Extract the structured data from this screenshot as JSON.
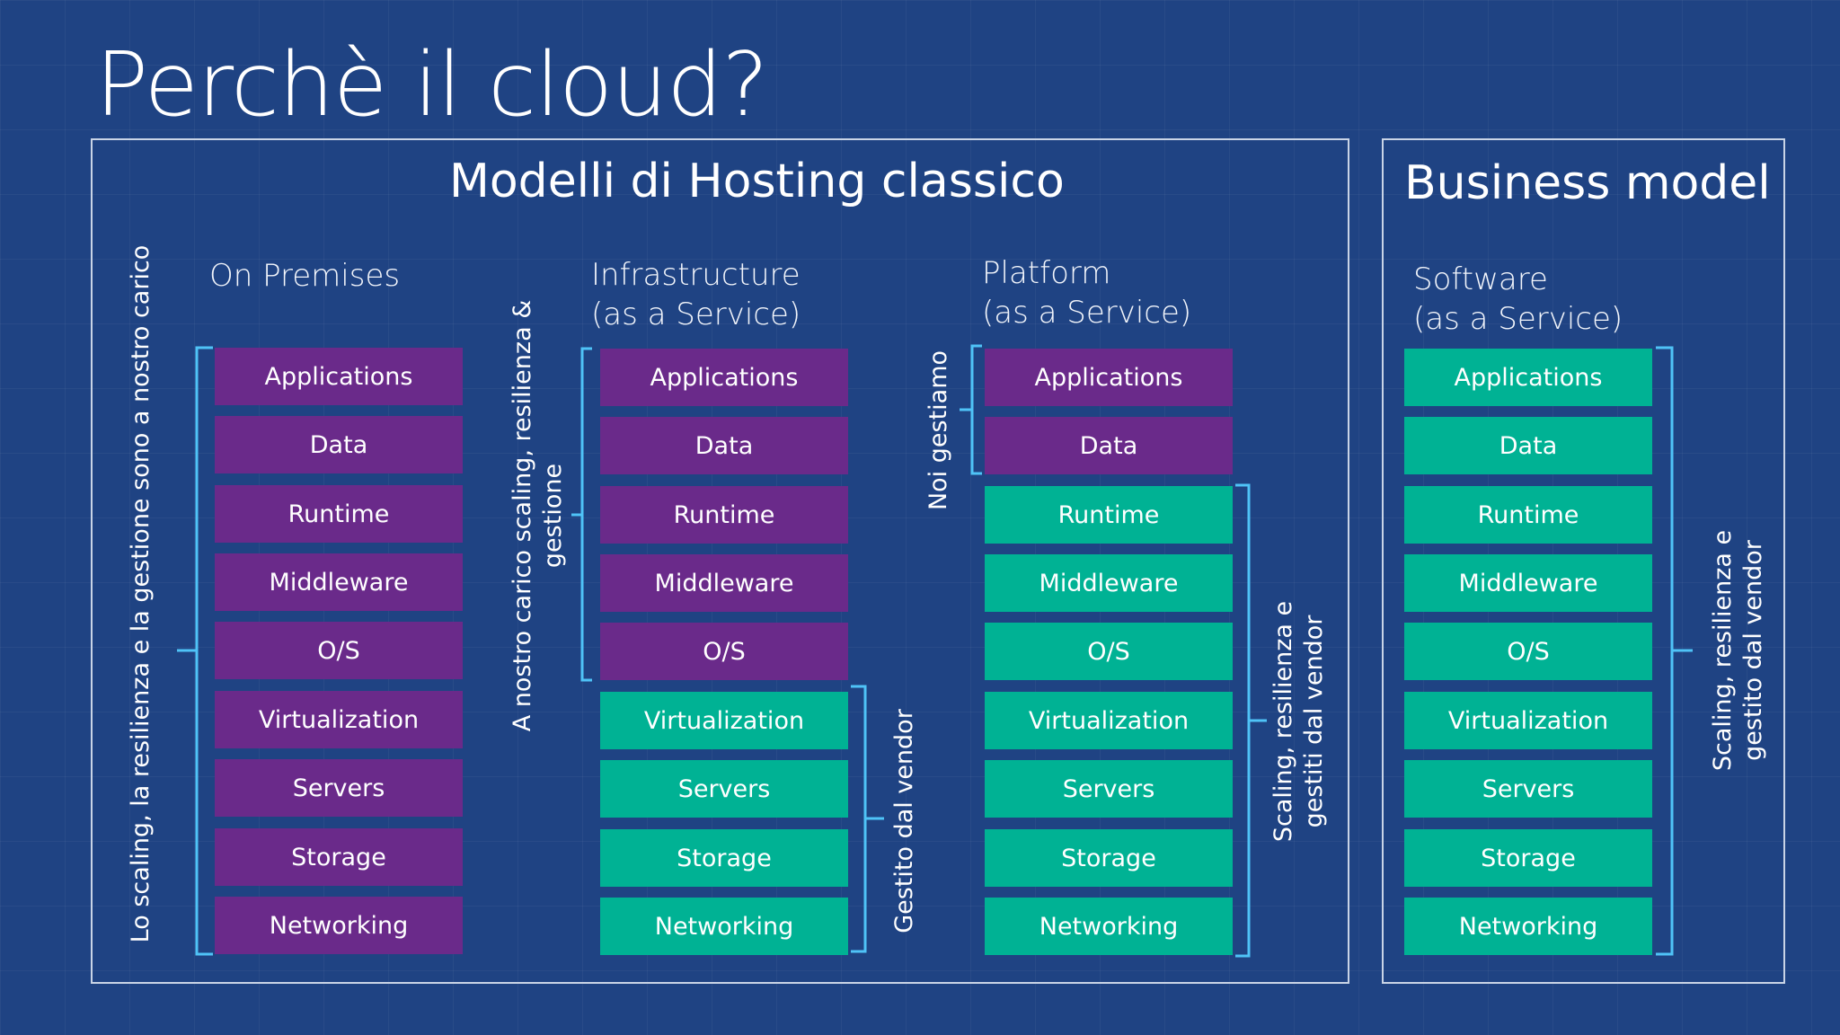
{
  "title": "Perchè il cloud?",
  "hosting": {
    "title": "Modelli di Hosting classico",
    "on_premises": {
      "title": [
        "On Premises"
      ],
      "items": [
        "Applications",
        "Data",
        "Runtime",
        "Middleware",
        "O/S",
        "Virtualization",
        "Servers",
        "Storage",
        "Networking"
      ],
      "bracket_label": [
        "Lo scaling, la resilienza e la gestione sono a nostro carico"
      ]
    },
    "iaas": {
      "title": [
        "Infrastructure",
        "(as a Service)"
      ],
      "items": [
        "Applications",
        "Data",
        "Runtime",
        "Middleware",
        "O/S",
        "Virtualization",
        "Servers",
        "Storage",
        "Networking"
      ],
      "left_label": [
        "A nostro carico scaling, resilienza &",
        "gestione"
      ],
      "right_label": [
        "Gestito dal vendor"
      ]
    },
    "paas": {
      "title": [
        "Platform",
        "(as a Service)"
      ],
      "items": [
        "Applications",
        "Data",
        "Runtime",
        "Middleware",
        "O/S",
        "Virtualization",
        "Servers",
        "Storage",
        "Networking"
      ],
      "left_label": [
        "Noi gestiamo"
      ],
      "right_label": [
        "Scaling, resilienza e",
        "gestiti dal vendor"
      ]
    }
  },
  "business": {
    "title": "Business model",
    "saas": {
      "title": [
        "Software",
        "(as a Service)"
      ],
      "items": [
        "Applications",
        "Data",
        "Runtime",
        "Middleware",
        "O/S",
        "Virtualization",
        "Servers",
        "Storage",
        "Networking"
      ],
      "right_label": [
        "Scaling, resilienza e",
        "gestito dal vendor"
      ]
    }
  },
  "colors": {
    "background": "#1f4383",
    "user_managed": "#6a2a8a",
    "vendor_managed": "#00b294",
    "bracket": "#4fc3f7"
  }
}
